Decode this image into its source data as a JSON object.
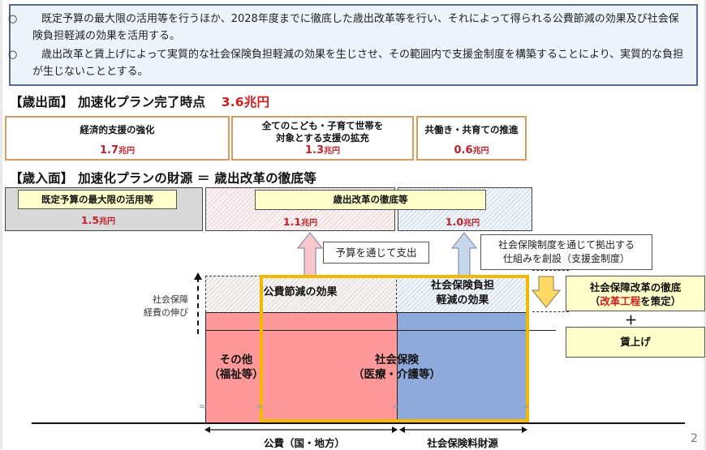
{
  "intro": {
    "bullet_symbol": "○",
    "items": [
      "既定予算の最大限の活用等を行うほか、2028年度までに徹底した歳出改革等を行い、それによって得られる公費節減の効果及び社会保険負担軽減の効果を活用する。",
      "歳出改革と賃上げによって実質的な社会保険負担軽減の効果を生じさせ、その範囲内で支援金制度を構築することにより、実質的な負担が生じないこととする。"
    ]
  },
  "expenditure": {
    "title": "【歳出面】 加速化プラン完了時点",
    "total": "3.6兆円",
    "boxes": [
      {
        "label": "経済的支援の強化",
        "amount": "1.7",
        "unit": "兆円"
      },
      {
        "label_line1": "全てのこども・子育て世帯を",
        "label_line2": "対象とする支援の拡充",
        "amount": "1.3",
        "unit": "兆円"
      },
      {
        "label": "共働き・共育ての推進",
        "amount": "0.6",
        "unit": "兆円"
      }
    ]
  },
  "revenue": {
    "title": "【歳入面】 加速化プランの財源 ＝ 歳出改革の徹底等",
    "boxes": [
      {
        "label": "既定予算の最大限の活用等",
        "amount": "1.5",
        "unit": "兆円"
      },
      {
        "label": "歳出改革の徹底等",
        "amount": "1.1",
        "unit": "兆円"
      },
      {
        "amount": "1.0",
        "unit": "兆円"
      }
    ]
  },
  "notes": {
    "budget_spend": "予算を通じて支出",
    "social_insurance_line1": "社会保険制度を通じて拠出する",
    "social_insurance_line2": "仕組みを創設（支援金制度）"
  },
  "diagram": {
    "growth_label_line1": "社会保障",
    "growth_label_line2": "経費の伸び",
    "public_saving_effect": "公費節減の効果",
    "insurance_relief_line1": "社会保険負担",
    "insurance_relief_line2": "軽減の効果",
    "other_line1": "その他",
    "other_line2": "（福祉等）",
    "social_insurance_line1": "社会保険",
    "social_insurance_line2": "（医療・介護等）",
    "axis_public": "公費（国・地方）",
    "axis_insurance": "社会保険料財源",
    "wave_symbol": "≈"
  },
  "reform": {
    "line1": "社会保障改革の徹底",
    "line2_open": "（",
    "line2_red": "改革工程",
    "line2_rest": "を策定）",
    "plus": "＋",
    "wage": "賃上げ"
  },
  "colors": {
    "accent_red": "#d3201f",
    "orange_border": "#d99a5e",
    "gold_outline": "#f5b800",
    "pink_block": "#ff9999",
    "blue_block": "#8eaadb",
    "yellow_label": "#ffffcc"
  },
  "page_number": "2"
}
